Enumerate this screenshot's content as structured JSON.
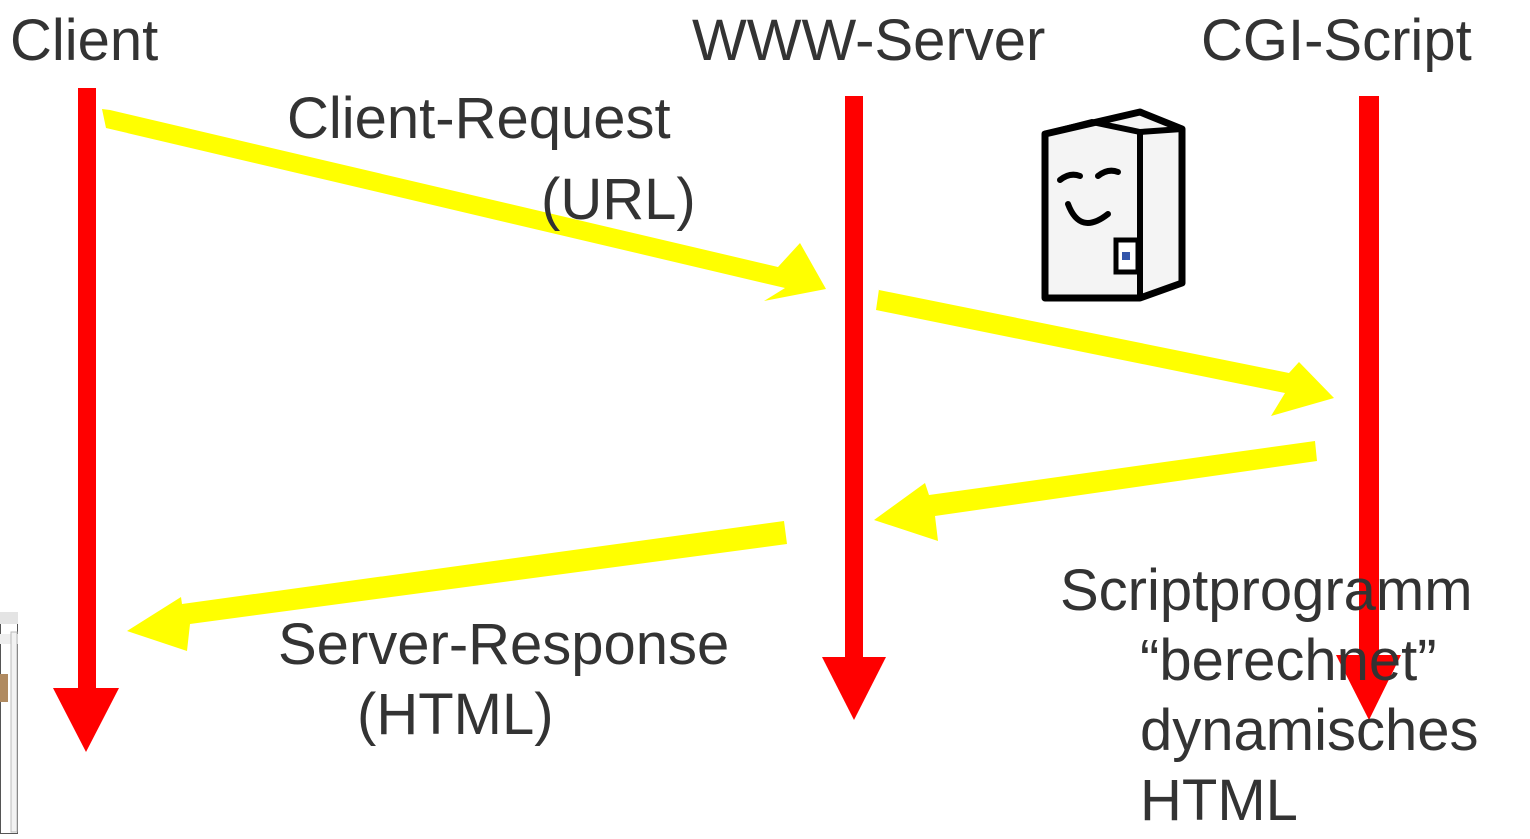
{
  "participants": {
    "client": "Client",
    "server": "WWW-Server",
    "script": "CGI-Script"
  },
  "messages": {
    "request_line1": "Client-Request",
    "request_line2": "(URL)",
    "response_line1": "Server-Response",
    "response_line2": "(HTML)"
  },
  "note": {
    "line1": "Scriptprogramm",
    "line2": "“berechnet”",
    "line3": "dynamisches",
    "line4": "HTML"
  },
  "colors": {
    "lifeline": "#ff0000",
    "message_arrow": "#ffff00",
    "text": "#333333"
  },
  "icons": {
    "server": "smiling-server-tower-icon",
    "browser": "browser-window-thumbnail-icon"
  }
}
